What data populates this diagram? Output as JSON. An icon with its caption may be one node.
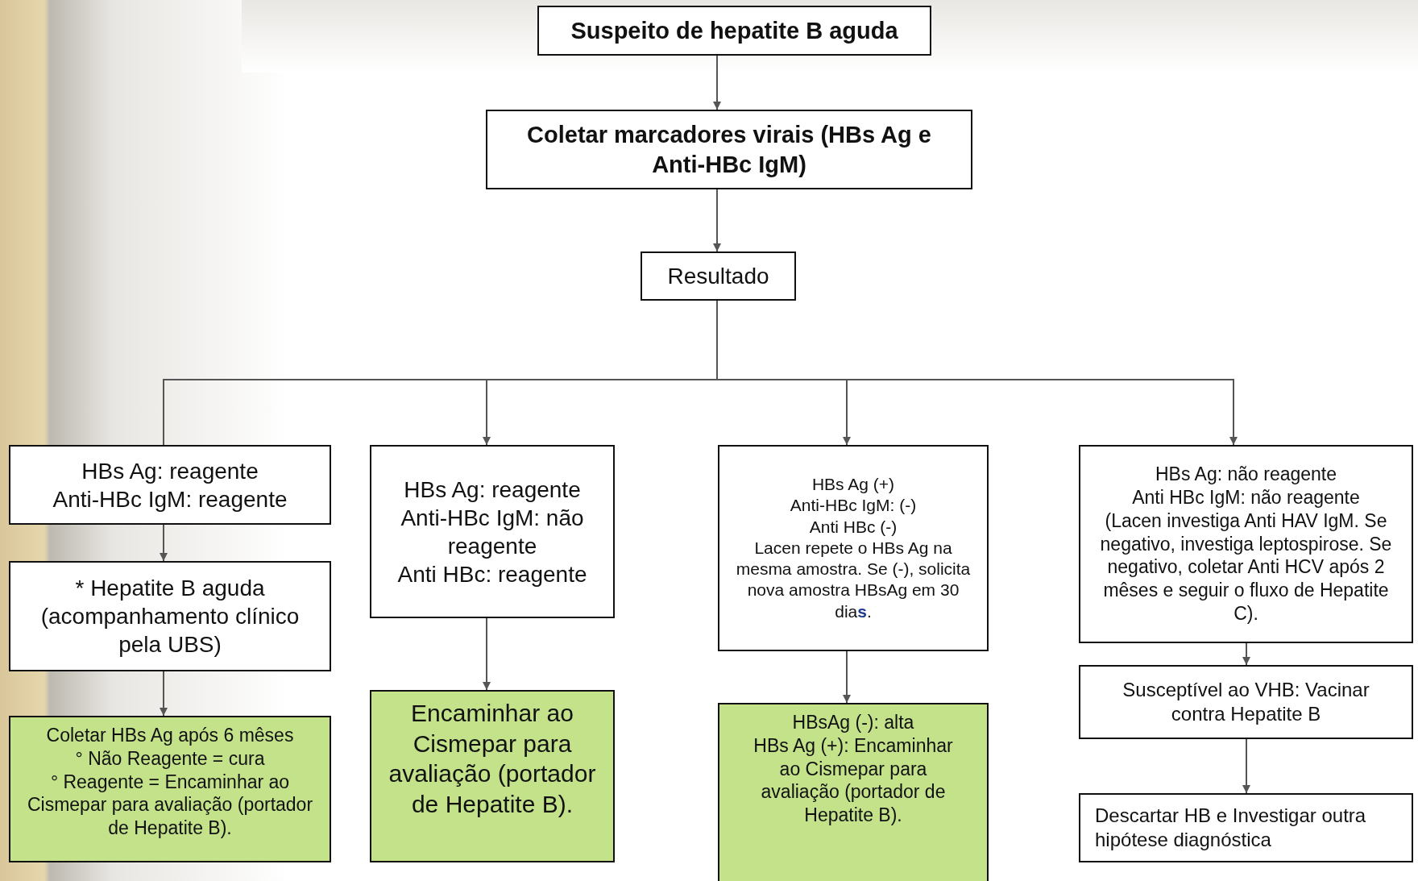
{
  "diagram": {
    "nodes": [
      {
        "text": [
          "Suspeito de hepatite B aguda"
        ]
      },
      {
        "text": [
          "Coletar marcadores virais (HBs Ag e Anti-HBc IgM)"
        ]
      },
      {
        "text": [
          "Resultado"
        ]
      },
      {
        "text": [
          "HBs Ag: reagente",
          "Anti-HBc IgM: reagente"
        ]
      },
      {
        "text": [
          "* Hepatite B aguda (acompanhamento clínico pela UBS)"
        ]
      },
      {
        "text": [
          "Coletar HBs Ag após 6 mêses",
          "° Não Reagente = cura",
          "° Reagente = Encaminhar ao Cismepar para avaliação (portador de Hepatite B)."
        ]
      },
      {
        "text": [
          "HBs Ag: reagente",
          "Anti-HBc IgM: não reagente",
          "Anti HBc: reagente"
        ]
      },
      {
        "text": [
          "Encaminhar ao Cismepar para avaliação (portador de Hepatite B)."
        ]
      },
      {
        "text": [
          "HBs Ag (+)",
          "Anti-HBc IgM: (-)",
          "Anti HBc (-)",
          "Lacen repete o HBs Ag na mesma amostra. Se (-), solicita nova amostra HBsAg em 30 dia**s**."
        ]
      },
      {
        "text": [
          "HBsAg (-): alta",
          "HBs Ag (+): Encaminhar ao Cismepar para avaliação (portador de Hepatite B)."
        ]
      },
      {
        "text": [
          "HBs Ag: não reagente",
          "Anti HBc IgM: não reagente",
          "(Lacen investiga Anti HAV IgM. Se negativo, investiga leptospirose. Se negativo, coletar Anti HCV após 2 mêses e seguir o fluxo de Hepatite C)."
        ]
      },
      {
        "text": [
          "Susceptível ao VHB: Vacinar contra Hepatite B"
        ]
      },
      {
        "text": [
          "Descartar HB e Investigar outra hipótese diagnóstica"
        ]
      }
    ],
    "edges": [
      {
        "from": 0,
        "to": 1,
        "arrow": "to"
      },
      {
        "from": 1,
        "to": 2,
        "arrow": "to"
      },
      {
        "from": 2,
        "to": 3,
        "arrow": "none"
      },
      {
        "from": 2,
        "to": 6,
        "arrow": "to"
      },
      {
        "from": 2,
        "to": 8,
        "arrow": "to"
      },
      {
        "from": 2,
        "to": 10,
        "arrow": "to"
      },
      {
        "from": 3,
        "to": 4,
        "arrow": "to"
      },
      {
        "from": 4,
        "to": 5,
        "arrow": "to"
      },
      {
        "from": 6,
        "to": 7,
        "arrow": "to"
      },
      {
        "from": 8,
        "to": 9,
        "arrow": "to"
      },
      {
        "from": 10,
        "to": 11,
        "arrow": "to"
      },
      {
        "from": 11,
        "to": 12,
        "arrow": "to"
      }
    ]
  }
}
